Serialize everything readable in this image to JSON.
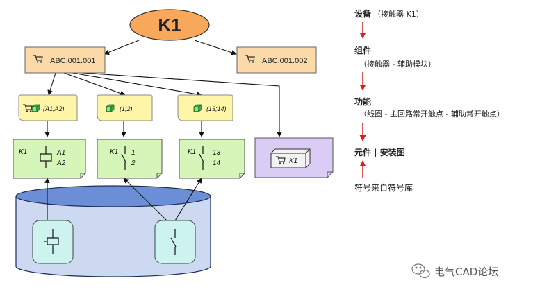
{
  "colors": {
    "root_fill": "#f7a85a",
    "component_fill": "#fbd9a8",
    "function_fill": "#fff5a8",
    "symbol_fill": "#d6f5b8",
    "part_fill": "#d9ccf5",
    "cylinder_fill": "#cdd9f1",
    "cylinder_top": "#6b8ed6",
    "library_card_fill": "#ccf3ee",
    "arrow_red": "#d71f1f"
  },
  "root": {
    "label": "K1"
  },
  "components": [
    {
      "label": "ABC.001.001",
      "icon": "cart-icon"
    },
    {
      "label": "ABC.001.002",
      "icon": "cart-icon"
    }
  ],
  "functions": [
    {
      "label": "(A1;A2)",
      "icon": "cube-icon"
    },
    {
      "label": "(1;2)",
      "icon": "cube-icon"
    },
    {
      "label": "(13;14)",
      "icon": "cube-icon"
    }
  ],
  "symbols": [
    {
      "tag": "K1",
      "pin1": "A1",
      "pin2": "A2",
      "kind": "coil"
    },
    {
      "tag": "K1",
      "pin1": "1",
      "pin2": "2",
      "kind": "contact"
    },
    {
      "tag": "K1",
      "pin1": "13",
      "pin2": "14",
      "kind": "contact"
    }
  ],
  "part": {
    "label": "K1",
    "icon": "part-box-icon"
  },
  "library": {
    "items": [
      "coil-symbol",
      "contact-symbol"
    ]
  },
  "legend": {
    "device_title": "设备",
    "device_detail": "（接触器 K1）",
    "component_title": "组件",
    "component_detail": "（接触器 - 辅助模块）",
    "function_title": "功能",
    "function_detail": "（线圈 - 主回路常开触点 - 辅助常开触点）",
    "part_title": "元件 | 安装图",
    "symbol_source": "符号来自符号库"
  },
  "watermark": {
    "text": "电气CAD论坛",
    "icon": "wechat-icon"
  }
}
